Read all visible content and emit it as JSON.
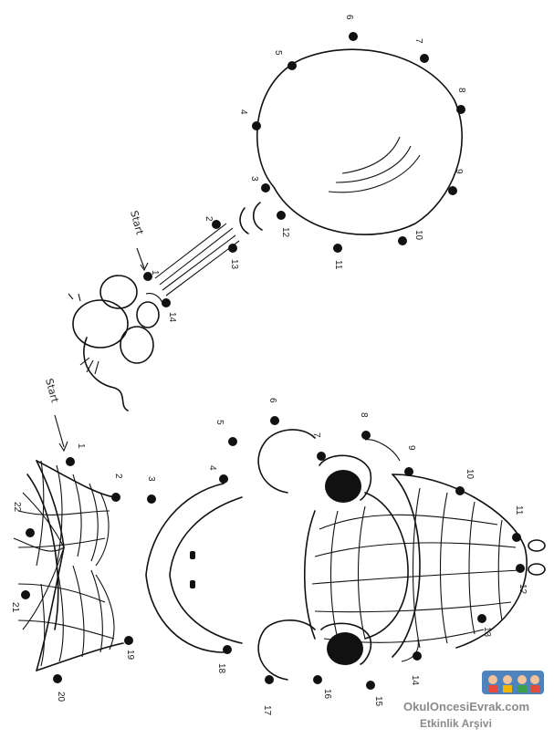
{
  "worksheet": {
    "top_start_label": "Start",
    "bottom_start_label": "Start"
  },
  "balloon_numbers": [
    "1",
    "2",
    "3",
    "4",
    "5",
    "6",
    "7",
    "8",
    "9",
    "10",
    "11",
    "12",
    "13",
    "14"
  ],
  "face_numbers": [
    "1",
    "2",
    "3",
    "4",
    "5",
    "6",
    "7",
    "8",
    "9",
    "10",
    "11",
    "12",
    "13",
    "14",
    "15",
    "16",
    "17",
    "18",
    "19",
    "20",
    "21",
    "22"
  ],
  "watermark": {
    "line1": "OkulOncesiEvrak.com",
    "line2": "Etkinlik Arşivi"
  },
  "colors": {
    "ink": "#111111",
    "paper": "#ffffff",
    "watermark": "#8a8a8a"
  }
}
